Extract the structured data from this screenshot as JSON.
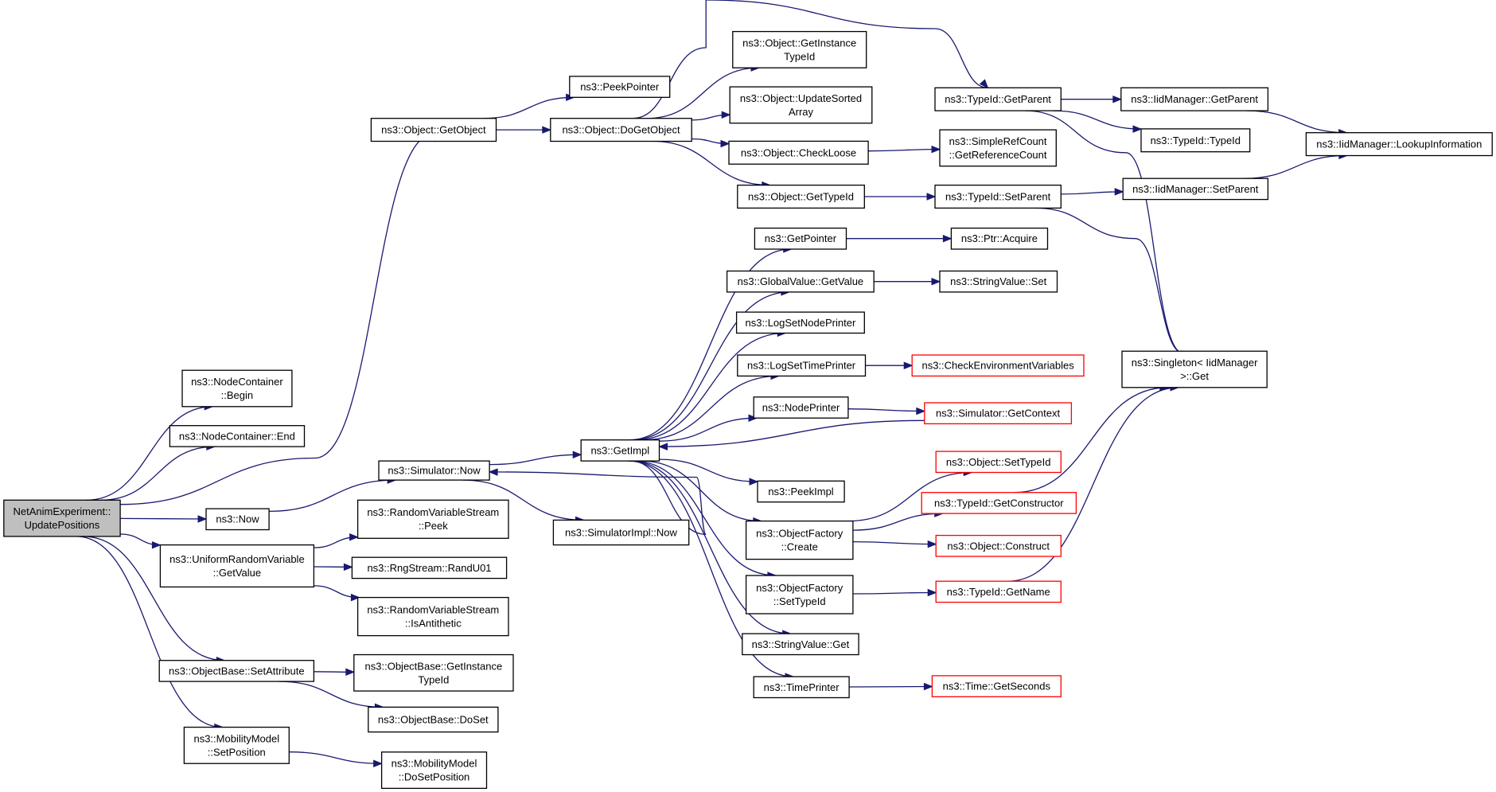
{
  "diagram": {
    "nodes": [
      {
        "id": "root",
        "lines": [
          "NetAnimExperiment::",
          "UpdatePositions"
        ],
        "style": "root"
      },
      {
        "id": "nc_begin",
        "lines": [
          "ns3::NodeContainer",
          "::Begin"
        ],
        "style": "normal"
      },
      {
        "id": "nc_end",
        "lines": [
          "ns3::NodeContainer::End"
        ],
        "style": "normal"
      },
      {
        "id": "now",
        "lines": [
          "ns3::Now"
        ],
        "style": "normal"
      },
      {
        "id": "urv_getvalue",
        "lines": [
          "ns3::UniformRandomVariable",
          "::GetValue"
        ],
        "style": "normal"
      },
      {
        "id": "ob_setattr",
        "lines": [
          "ns3::ObjectBase::SetAttribute"
        ],
        "style": "normal"
      },
      {
        "id": "mm_setpos",
        "lines": [
          "ns3::MobilityModel",
          "::SetPosition"
        ],
        "style": "normal"
      },
      {
        "id": "obj_getobject",
        "lines": [
          "ns3::Object::GetObject"
        ],
        "style": "normal"
      },
      {
        "id": "sim_now",
        "lines": [
          "ns3::Simulator::Now"
        ],
        "style": "normal"
      },
      {
        "id": "rvs_peek",
        "lines": [
          "ns3::RandomVariableStream",
          "::Peek"
        ],
        "style": "normal"
      },
      {
        "id": "rng_randu01",
        "lines": [
          "ns3::RngStream::RandU01"
        ],
        "style": "normal"
      },
      {
        "id": "rvs_isanti",
        "lines": [
          "ns3::RandomVariableStream",
          "::IsAntithetic"
        ],
        "style": "normal"
      },
      {
        "id": "ob_getinstancetypeid",
        "lines": [
          "ns3::ObjectBase::GetInstance",
          "TypeId"
        ],
        "style": "normal"
      },
      {
        "id": "ob_doset",
        "lines": [
          "ns3::ObjectBase::DoSet"
        ],
        "style": "normal"
      },
      {
        "id": "mm_dosetpos",
        "lines": [
          "ns3::MobilityModel",
          "::DoSetPosition"
        ],
        "style": "normal"
      },
      {
        "id": "peekpointer",
        "lines": [
          "ns3::PeekPointer"
        ],
        "style": "normal"
      },
      {
        "id": "obj_dogetobject",
        "lines": [
          "ns3::Object::DoGetObject"
        ],
        "style": "normal"
      },
      {
        "id": "getimpl",
        "lines": [
          "ns3::GetImpl"
        ],
        "style": "normal"
      },
      {
        "id": "simimpl_now",
        "lines": [
          "ns3::SimulatorImpl::Now"
        ],
        "style": "normal"
      },
      {
        "id": "obj_getinstancetypeid",
        "lines": [
          "ns3::Object::GetInstance",
          "TypeId"
        ],
        "style": "normal"
      },
      {
        "id": "obj_updatesorted",
        "lines": [
          "ns3::Object::UpdateSorted",
          "Array"
        ],
        "style": "normal"
      },
      {
        "id": "obj_checkloose",
        "lines": [
          "ns3::Object::CheckLoose"
        ],
        "style": "normal"
      },
      {
        "id": "obj_gettypeid",
        "lines": [
          "ns3::Object::GetTypeId"
        ],
        "style": "normal"
      },
      {
        "id": "getpointer",
        "lines": [
          "ns3::GetPointer"
        ],
        "style": "normal"
      },
      {
        "id": "gv_getvalue",
        "lines": [
          "ns3::GlobalValue::GetValue"
        ],
        "style": "normal"
      },
      {
        "id": "logsetnodeprinter",
        "lines": [
          "ns3::LogSetNodePrinter"
        ],
        "style": "normal"
      },
      {
        "id": "logsettimeprinter",
        "lines": [
          "ns3::LogSetTimePrinter"
        ],
        "style": "normal"
      },
      {
        "id": "nodeprinter",
        "lines": [
          "ns3::NodePrinter"
        ],
        "style": "normal"
      },
      {
        "id": "peekimpl",
        "lines": [
          "ns3::PeekImpl"
        ],
        "style": "normal"
      },
      {
        "id": "of_create",
        "lines": [
          "ns3::ObjectFactory",
          "::Create"
        ],
        "style": "normal"
      },
      {
        "id": "of_settypeid",
        "lines": [
          "ns3::ObjectFactory",
          "::SetTypeId"
        ],
        "style": "normal"
      },
      {
        "id": "sv_get",
        "lines": [
          "ns3::StringValue::Get"
        ],
        "style": "normal"
      },
      {
        "id": "timeprinter",
        "lines": [
          "ns3::TimePrinter"
        ],
        "style": "normal"
      },
      {
        "id": "tid_getparent",
        "lines": [
          "ns3::TypeId::GetParent"
        ],
        "style": "normal"
      },
      {
        "id": "src_getrefcount",
        "lines": [
          "ns3::SimpleRefCount",
          "::GetReferenceCount"
        ],
        "style": "normal"
      },
      {
        "id": "tid_setparent",
        "lines": [
          "ns3::TypeId::SetParent"
        ],
        "style": "normal"
      },
      {
        "id": "ptr_acquire",
        "lines": [
          "ns3::Ptr::Acquire"
        ],
        "style": "normal"
      },
      {
        "id": "sv_set",
        "lines": [
          "ns3::StringValue::Set"
        ],
        "style": "normal"
      },
      {
        "id": "checkenv",
        "lines": [
          "ns3::CheckEnvironmentVariables"
        ],
        "style": "red"
      },
      {
        "id": "sim_getcontext",
        "lines": [
          "ns3::Simulator::GetContext"
        ],
        "style": "red"
      },
      {
        "id": "obj_settypeid",
        "lines": [
          "ns3::Object::SetTypeId"
        ],
        "style": "red"
      },
      {
        "id": "tid_getconstructor",
        "lines": [
          "ns3::TypeId::GetConstructor"
        ],
        "style": "red"
      },
      {
        "id": "obj_construct",
        "lines": [
          "ns3::Object::Construct"
        ],
        "style": "red"
      },
      {
        "id": "tid_getname",
        "lines": [
          "ns3::TypeId::GetName"
        ],
        "style": "red"
      },
      {
        "id": "time_getseconds",
        "lines": [
          "ns3::Time::GetSeconds"
        ],
        "style": "red"
      },
      {
        "id": "iidm_getparent",
        "lines": [
          "ns3::IidManager::GetParent"
        ],
        "style": "normal"
      },
      {
        "id": "tid_typeid",
        "lines": [
          "ns3::TypeId::TypeId"
        ],
        "style": "normal"
      },
      {
        "id": "iidm_setparent",
        "lines": [
          "ns3::IidManager::SetParent"
        ],
        "style": "normal"
      },
      {
        "id": "singleton_get",
        "lines": [
          "ns3::Singleton< IidManager",
          ">::Get"
        ],
        "style": "normal"
      },
      {
        "id": "iidm_lookup",
        "lines": [
          "ns3::IidManager::LookupInformation"
        ],
        "style": "normal"
      }
    ],
    "edges": [
      [
        "root",
        "nc_begin"
      ],
      [
        "root",
        "nc_end"
      ],
      [
        "root",
        "obj_getobject"
      ],
      [
        "root",
        "now"
      ],
      [
        "root",
        "urv_getvalue"
      ],
      [
        "root",
        "ob_setattr"
      ],
      [
        "root",
        "mm_setpos"
      ],
      [
        "now",
        "sim_now"
      ],
      [
        "sim_now",
        "getimpl"
      ],
      [
        "sim_now",
        "simimpl_now"
      ],
      [
        "urv_getvalue",
        "rvs_peek"
      ],
      [
        "urv_getvalue",
        "rng_randu01"
      ],
      [
        "urv_getvalue",
        "rvs_isanti"
      ],
      [
        "ob_setattr",
        "ob_getinstancetypeid"
      ],
      [
        "ob_setattr",
        "ob_doset"
      ],
      [
        "mm_setpos",
        "mm_dosetpos"
      ],
      [
        "obj_getobject",
        "peekpointer"
      ],
      [
        "obj_getobject",
        "obj_dogetobject"
      ],
      [
        "obj_dogetobject",
        "obj_getinstancetypeid"
      ],
      [
        "obj_dogetobject",
        "obj_updatesorted"
      ],
      [
        "obj_dogetobject",
        "obj_checkloose"
      ],
      [
        "obj_dogetobject",
        "obj_gettypeid"
      ],
      [
        "obj_dogetobject",
        "tid_getparent"
      ],
      [
        "obj_checkloose",
        "src_getrefcount"
      ],
      [
        "obj_gettypeid",
        "tid_setparent"
      ],
      [
        "tid_getparent",
        "iidm_getparent"
      ],
      [
        "tid_getparent",
        "tid_typeid"
      ],
      [
        "tid_getparent",
        "singleton_get"
      ],
      [
        "tid_setparent",
        "iidm_setparent"
      ],
      [
        "tid_setparent",
        "singleton_get"
      ],
      [
        "iidm_getparent",
        "iidm_lookup"
      ],
      [
        "iidm_setparent",
        "iidm_lookup"
      ],
      [
        "getimpl",
        "getpointer"
      ],
      [
        "getimpl",
        "gv_getvalue"
      ],
      [
        "getimpl",
        "logsetnodeprinter"
      ],
      [
        "getimpl",
        "logsettimeprinter"
      ],
      [
        "getimpl",
        "nodeprinter"
      ],
      [
        "getimpl",
        "peekimpl"
      ],
      [
        "getimpl",
        "of_create"
      ],
      [
        "getimpl",
        "of_settypeid"
      ],
      [
        "getimpl",
        "sv_get"
      ],
      [
        "getimpl",
        "timeprinter"
      ],
      [
        "getimpl",
        "sim_now"
      ],
      [
        "getpointer",
        "ptr_acquire"
      ],
      [
        "gv_getvalue",
        "sv_set"
      ],
      [
        "logsettimeprinter",
        "checkenv"
      ],
      [
        "nodeprinter",
        "sim_getcontext"
      ],
      [
        "sim_getcontext",
        "getimpl"
      ],
      [
        "of_create",
        "obj_settypeid"
      ],
      [
        "of_create",
        "tid_getconstructor"
      ],
      [
        "of_create",
        "obj_construct"
      ],
      [
        "of_settypeid",
        "tid_getname"
      ],
      [
        "tid_getconstructor",
        "singleton_get"
      ],
      [
        "tid_getname",
        "singleton_get"
      ],
      [
        "timeprinter",
        "time_getseconds"
      ]
    ]
  }
}
